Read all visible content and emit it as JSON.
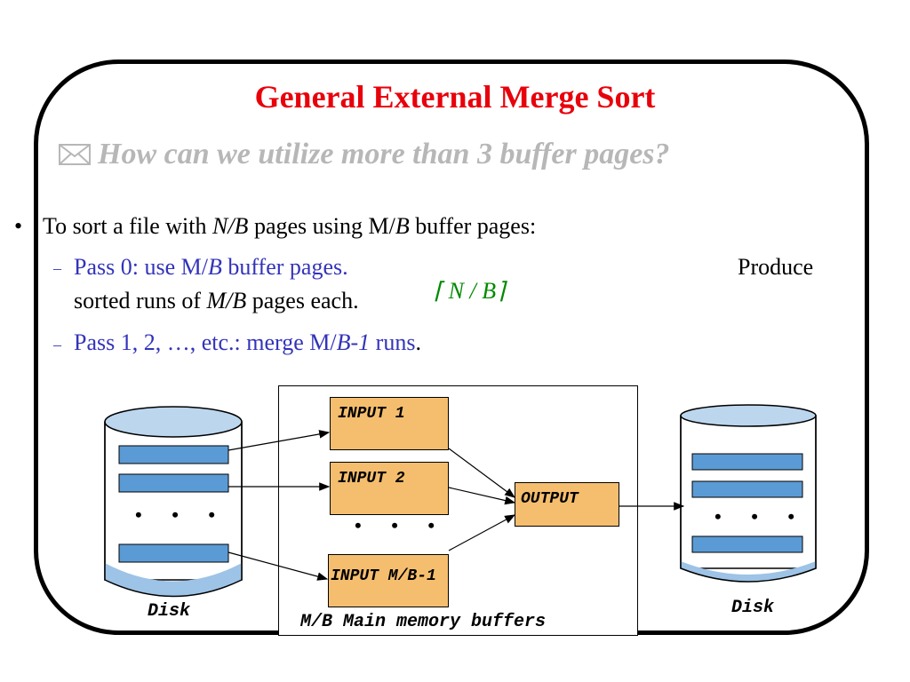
{
  "slide": {
    "title": "General External Merge Sort",
    "subtitle": "How can we utilize more than 3 buffer pages?"
  },
  "bullets": {
    "main": {
      "part1": "To sort a file with ",
      "part2": "N/B",
      "part3": " pages using M/",
      "part4": "B",
      "part5": " buffer pages:"
    },
    "pass0": {
      "part1": "Pass 0: use M/",
      "part2": "B",
      "part3": " buffer pages.",
      "produce": "Produce",
      "line2a": "sorted runs of ",
      "line2b": "M/B",
      "line2c": " pages each.",
      "formula": "⌈ N / B⌉"
    },
    "pass1": {
      "part1": "Pass 1, 2, …,  etc.: merge M/",
      "part2": "B-1",
      "part3": " runs",
      "period": "."
    }
  },
  "diagram": {
    "input1": "INPUT 1",
    "input2": "INPUT 2",
    "inputN": "INPUT M/B-1",
    "output": "OUTPUT",
    "ellipsis": "• • •",
    "disk_left": "Disk",
    "disk_right": "Disk",
    "memory_label": "M/B Main memory buffers"
  },
  "colors": {
    "title": "#e8000b",
    "subtitle": "#b7b7b7",
    "blue_text": "#3333bb",
    "formula": "#008a00",
    "buffer_fill": "#f5be6e",
    "disk_top": "#bcd6ee",
    "run_fill": "#5b9bd5",
    "disk_fill": "#9dc3e6"
  }
}
